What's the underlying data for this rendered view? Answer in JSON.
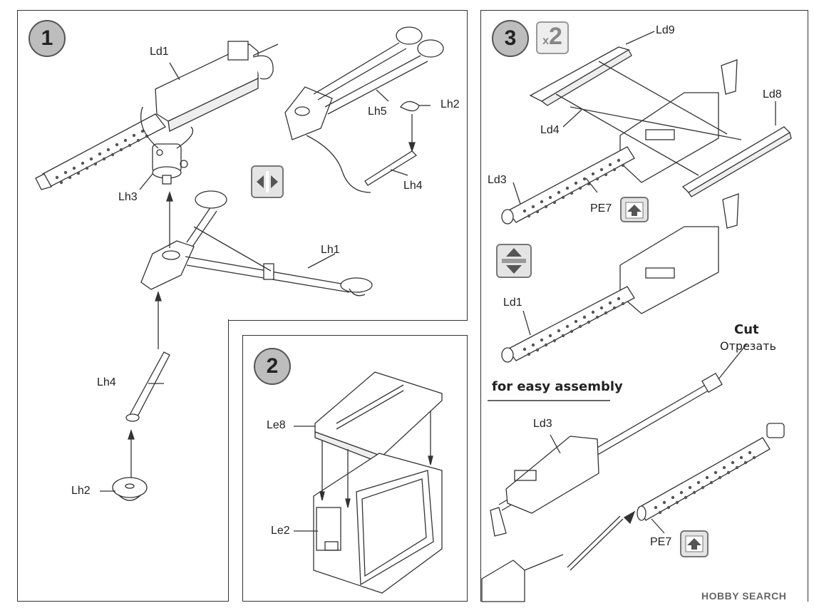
{
  "steps": {
    "step1": {
      "number": "1"
    },
    "step2": {
      "number": "2"
    },
    "step3": {
      "number": "3",
      "multiplier_x": "x",
      "multiplier_n": "2"
    }
  },
  "labels": {
    "ld1_a": "Ld1",
    "lh3": "Lh3",
    "lh5": "Lh5",
    "lh2_a": "Lh2",
    "lh4_a": "Lh4",
    "lh1": "Lh1",
    "lh4_b": "Lh4",
    "lh2_b": "Lh2",
    "le8": "Le8",
    "le2": "Le2",
    "ld9": "Ld9",
    "ld8": "Ld8",
    "ld4": "Ld4",
    "ld3_a": "Ld3",
    "pe7_a": "PE7",
    "ld1_b": "Ld1",
    "ld3_b": "Ld3",
    "pe7_b": "PE7"
  },
  "cut": {
    "en": "Cut",
    "ru": "Отрезать"
  },
  "easy_assembly": "for easy assembly",
  "watermark": "HOBBY SEARCH",
  "icons": [
    "swap-icon",
    "up-arrow-icon",
    "flip-icon",
    "up-arrow-icon"
  ]
}
